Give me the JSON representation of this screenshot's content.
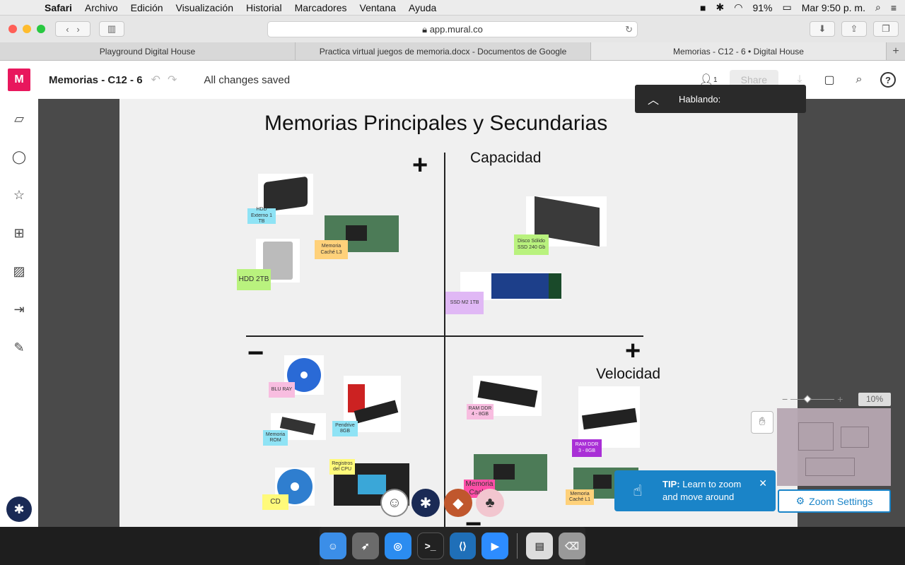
{
  "menubar": {
    "app": "Safari",
    "items": [
      "Archivo",
      "Edición",
      "Visualización",
      "Historial",
      "Marcadores",
      "Ventana",
      "Ayuda"
    ],
    "battery": "91%",
    "clock": "Mar 9:50 p. m."
  },
  "browser": {
    "url": "app.mural.co",
    "tabs": [
      "Playground Digital House",
      "Practica virtual juegos de memoria.docx - Documentos de Google",
      "Memorias - C12 - 6 • Digital House"
    ]
  },
  "mural": {
    "logo": "M",
    "title": "Memorias - C12 - 6",
    "status": "All changes saved",
    "participants": "1",
    "share_label": "Share",
    "help": "?"
  },
  "talking": {
    "label": "Hablando:"
  },
  "board": {
    "title": "Memorias Principales y Secundarias",
    "plus": "+",
    "minus": "−",
    "y_axis_label": "Capacidad",
    "x_axis_label": "Velocidad",
    "stickies": {
      "hdd_ext": "HDD Externo 1 TB",
      "hdd_2tb": "HDD 2TB",
      "cache_l3": "Memoria Caché L3",
      "ssd_240": "Disco Sólido SSD 240 Gb",
      "ssd_m2": "SSD M2 1TB",
      "bluray": "BLU RAY",
      "rom": "Memoria ROM",
      "pendrive": "Pendrive 8GB",
      "cd": "CD",
      "registros": "Registros del CPU",
      "ram4": "RAM DDR 4 - 8GB",
      "ram3": "RAM DDR 3 - 8GB",
      "cache": "Memoria Caché",
      "cache_l1": "Memoria Caché L1"
    }
  },
  "zoom": {
    "value": "10%",
    "settings": "Zoom Settings"
  },
  "tip": {
    "bold": "TIP:",
    "text": "Learn to zoom and move around"
  },
  "colors": {
    "mural_pink": "#e8175d",
    "tip_blue": "#1a84c8"
  }
}
